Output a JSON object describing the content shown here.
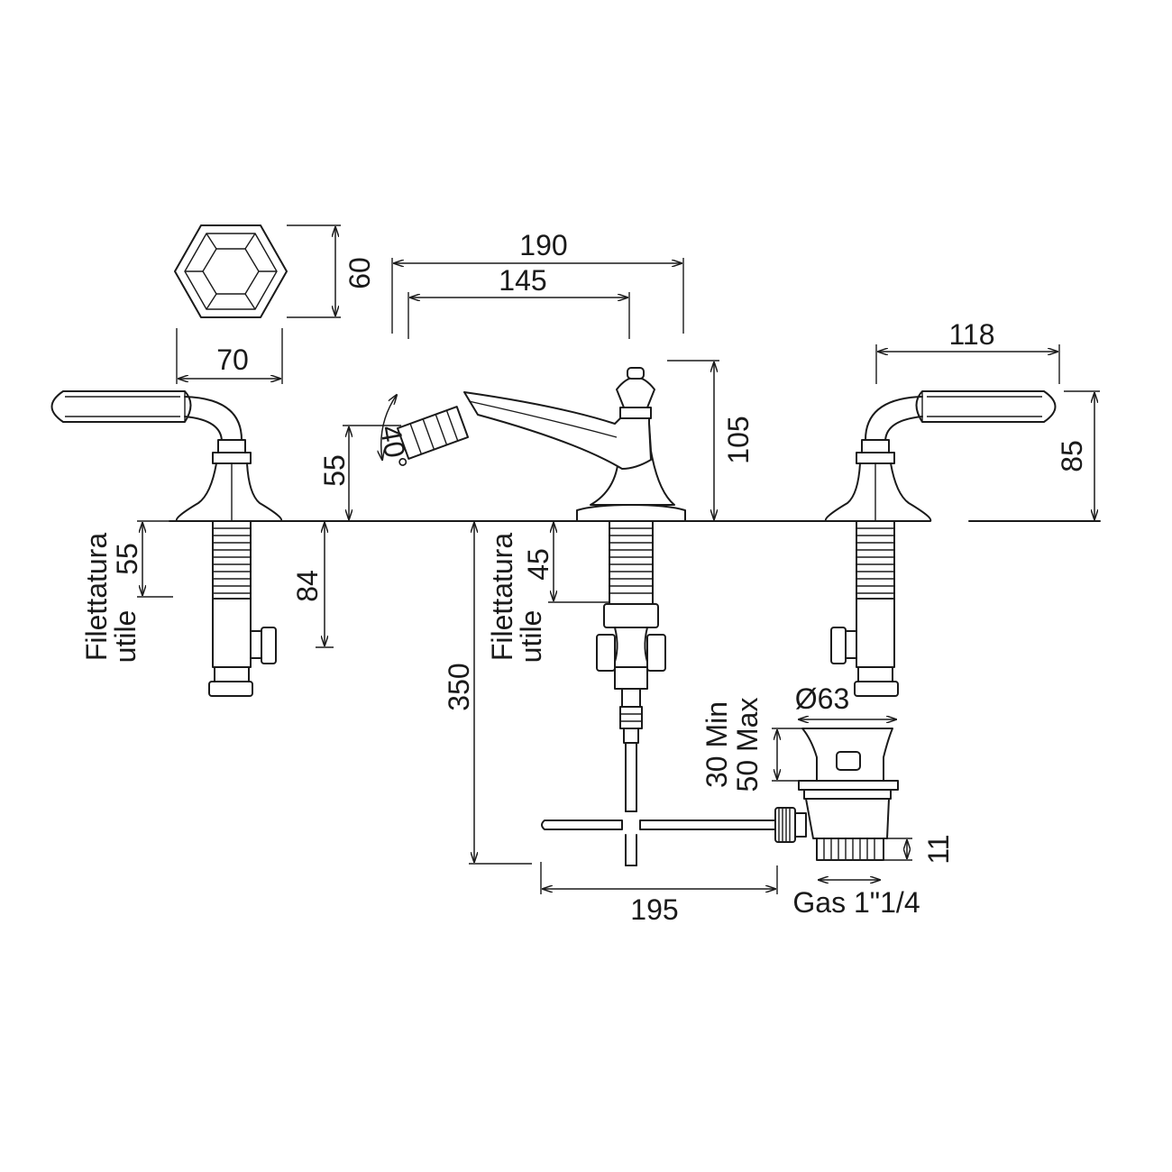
{
  "dimensions": {
    "d190": "190",
    "d145": "145",
    "d118": "118",
    "d70": "70",
    "d60": "60",
    "d105": "105",
    "d85": "85",
    "d55_spout": "55",
    "d40": "40°",
    "d55_thread": "55",
    "d84": "84",
    "d45": "45",
    "d350": "350",
    "d63": "Ø63",
    "d30min": "30 Min",
    "d50max": "50 Max",
    "d11": "11",
    "d195": "195"
  },
  "labels": {
    "thread_left_1": "Filettatura",
    "thread_left_2": "utile",
    "thread_center_1": "Filettatura",
    "thread_center_2": "utile",
    "gas": "Gas 1\"1/4"
  },
  "colors": {
    "line": "#1a1a1a",
    "background": "#ffffff"
  }
}
